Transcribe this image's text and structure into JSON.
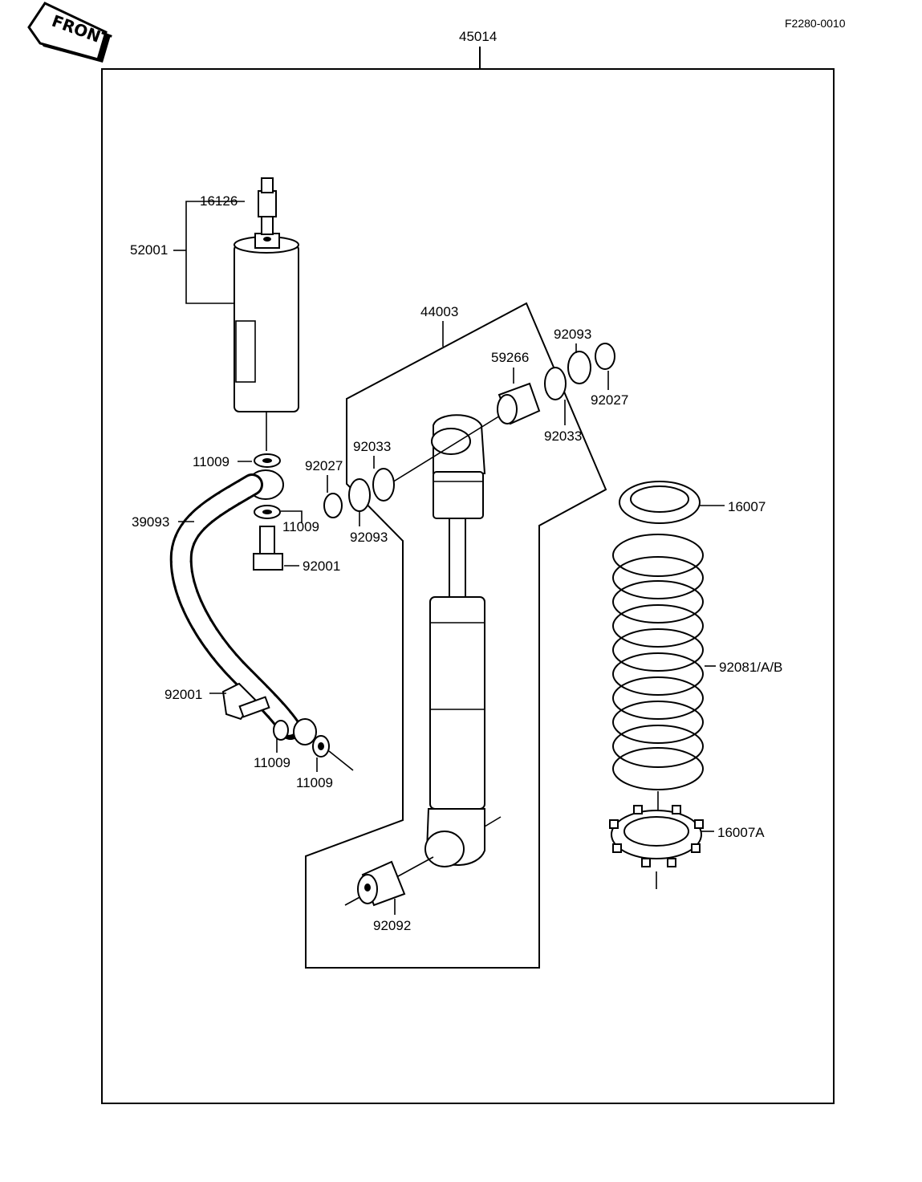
{
  "diagram": {
    "front_label": "FRONT",
    "drawing_code": "F2280-0010",
    "assembly_number": "45014",
    "sub_assembly_number": "44003",
    "parts": {
      "p16126": "16126",
      "p52001": "52001",
      "p11009_a": "11009",
      "p11009_b": "11009",
      "p11009_c": "11009",
      "p11009_d": "11009",
      "p39093": "39093",
      "p92001_a": "92001",
      "p92001_b": "92001",
      "p92027_a": "92027",
      "p92027_b": "92027",
      "p92033_a": "92033",
      "p92033_b": "92033",
      "p92093_a": "92093",
      "p92093_b": "92093",
      "p59266": "59266",
      "p16007": "16007",
      "p92081": "92081/A/B",
      "p16007A": "16007A",
      "p92092": "92092"
    }
  }
}
